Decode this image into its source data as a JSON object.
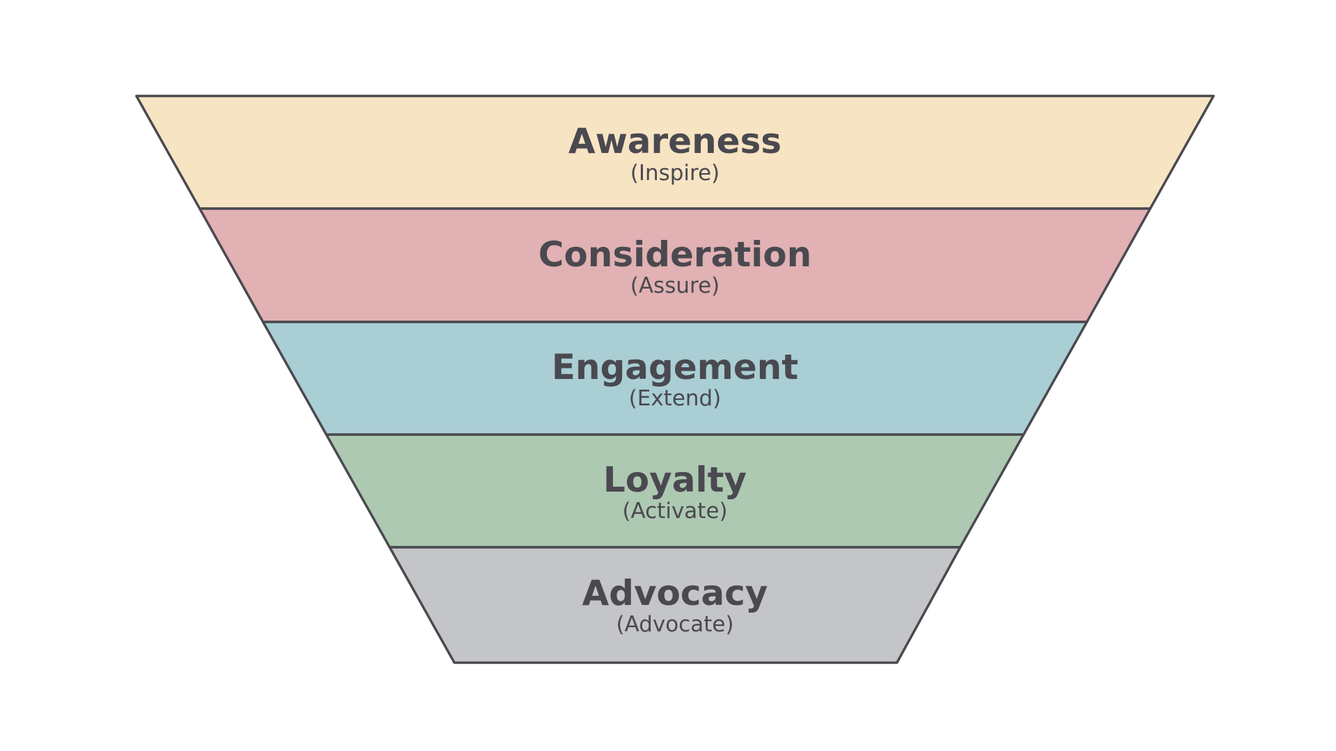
{
  "stages": [
    {
      "title": "Awareness",
      "subtitle": "(Inspire)",
      "color": "#f7e4c3"
    },
    {
      "title": "Consideration",
      "subtitle": "(Assure)",
      "color": "#e1b1b3"
    },
    {
      "title": "Engagement",
      "subtitle": "(Extend)",
      "color": "#a9ced4"
    },
    {
      "title": "Loyalty",
      "subtitle": "(Activate)",
      "color": "#adc9b1"
    },
    {
      "title": "Advocacy",
      "subtitle": "(Advocate)",
      "color": "#c4c5c7"
    }
  ],
  "outline_color": "#4a4950"
}
